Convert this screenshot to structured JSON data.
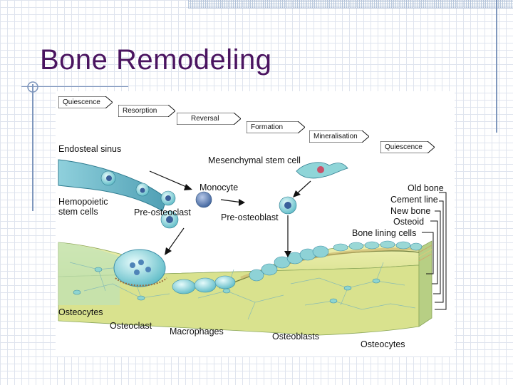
{
  "slide": {
    "title": "Bone Remodeling"
  },
  "figure": {
    "phases": [
      "Quiescence",
      "Resorption",
      "Reversal",
      "Formation",
      "Mineralisation",
      "Quiescence"
    ],
    "left_labels": {
      "endosteal_sinus": "Endosteal sinus",
      "hemopoietic_line1": "Hemopoietic",
      "hemopoietic_line2": "stem cells",
      "osteocytes_left": "Osteocytes"
    },
    "cell_labels": {
      "mesenchymal": "Mesenchymal stem cell",
      "monocyte": "Monocyte",
      "pre_osteoclast": "Pre-osteoclast",
      "pre_osteoblast": "Pre-osteoblast"
    },
    "layer_labels": {
      "old_bone": "Old bone",
      "cement_line": "Cement line",
      "new_bone": "New bone",
      "osteoid": "Osteoid",
      "bone_lining": "Bone lining cells"
    },
    "bottom_labels": {
      "osteoclast": "Osteoclast",
      "macrophages": "Macrophages",
      "osteoblasts": "Osteoblasts",
      "osteocytes_right": "Osteocytes"
    },
    "colors": {
      "bone": "#dfe49a",
      "bone_side": "#b8d28a",
      "cells": "#7fd3d6",
      "cell_dark": "#3e8fa8",
      "sinus": "#5fb0c2",
      "title": "#4a1460"
    }
  }
}
